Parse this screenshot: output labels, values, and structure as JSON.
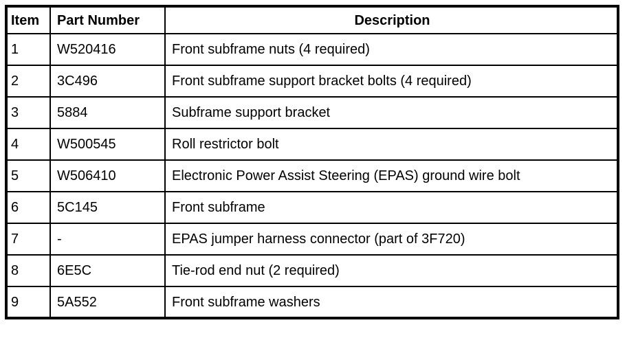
{
  "colors": {
    "border": "#000000",
    "background": "#ffffff",
    "text": "#000000"
  },
  "table": {
    "columns": [
      {
        "label": "Item"
      },
      {
        "label": "Part Number"
      },
      {
        "label": "Description"
      }
    ],
    "rows": [
      {
        "item": "1",
        "part_number": "W520416",
        "description": "Front subframe nuts (4 required)"
      },
      {
        "item": "2",
        "part_number": "3C496",
        "description": "Front subframe support bracket bolts (4 required)"
      },
      {
        "item": "3",
        "part_number": "5884",
        "description": "Subframe support bracket"
      },
      {
        "item": "4",
        "part_number": "W500545",
        "description": "Roll restrictor bolt"
      },
      {
        "item": "5",
        "part_number": "W506410",
        "description": "Electronic Power Assist Steering (EPAS) ground wire bolt"
      },
      {
        "item": "6",
        "part_number": "5C145",
        "description": "Front subframe"
      },
      {
        "item": "7",
        "part_number": "-",
        "description": "EPAS jumper harness connector (part of 3F720)"
      },
      {
        "item": "8",
        "part_number": "6E5C",
        "description": "Tie-rod end nut (2 required)"
      },
      {
        "item": "9",
        "part_number": "5A552",
        "description": "Front subframe washers"
      }
    ]
  }
}
